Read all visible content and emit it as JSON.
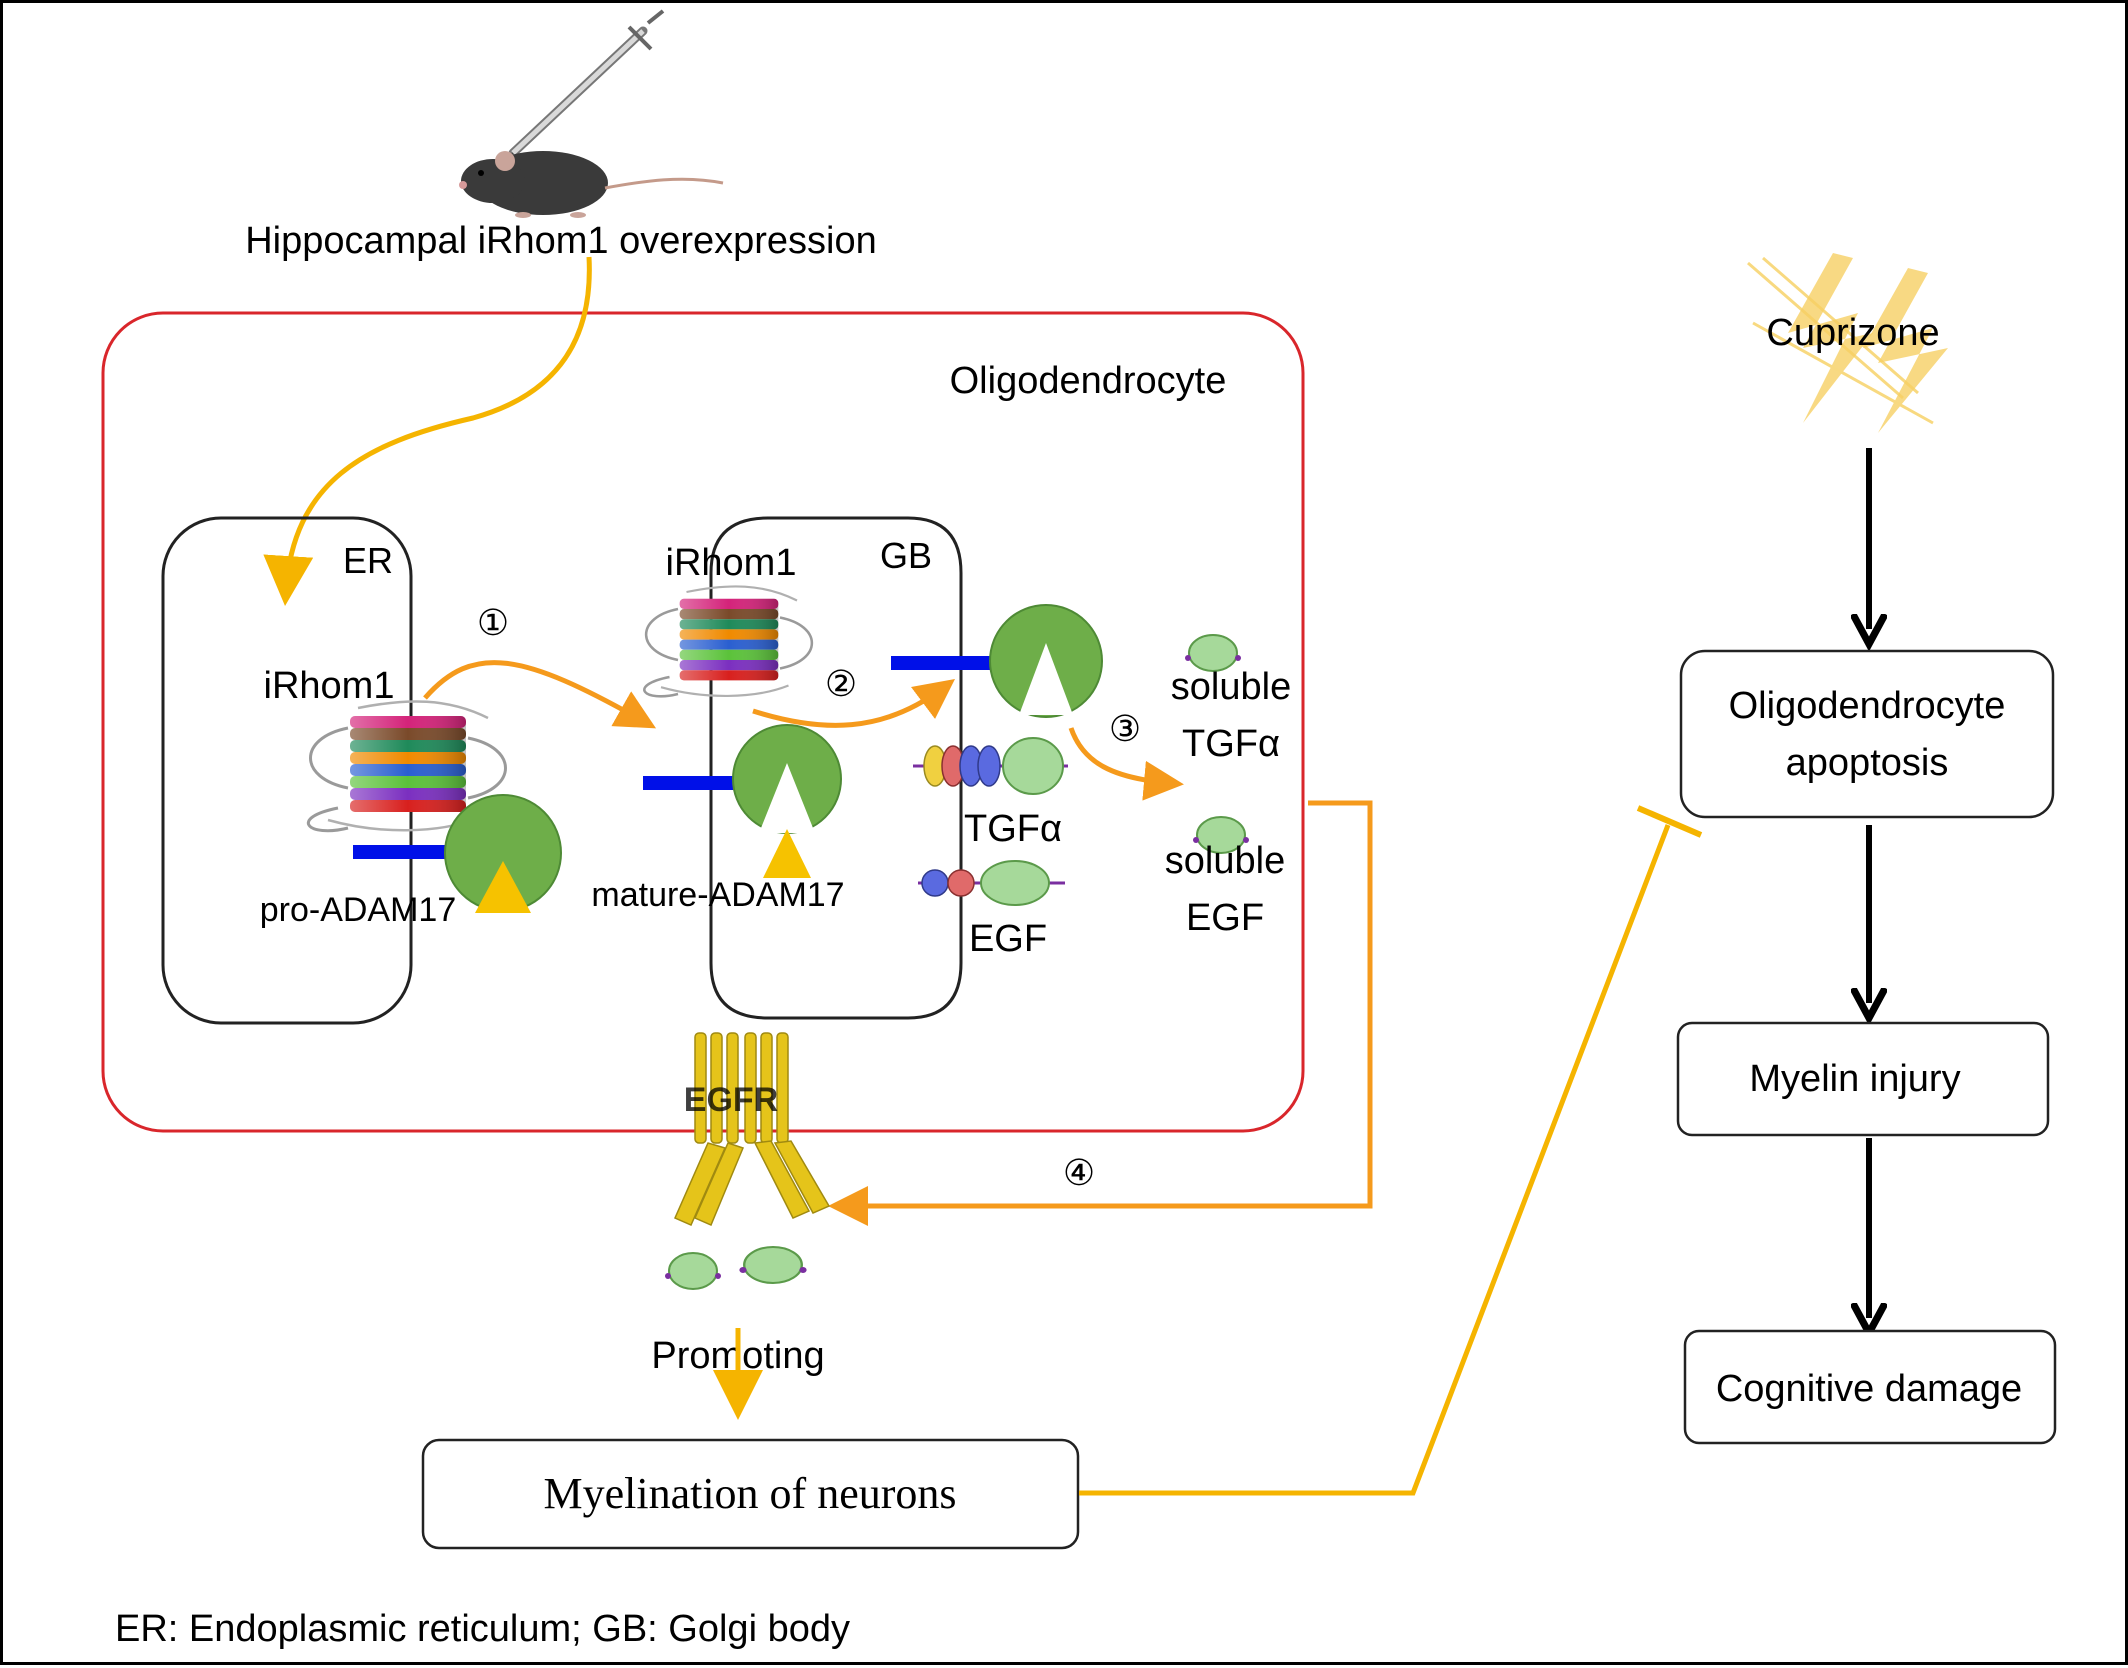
{
  "title_top": "Hippocampal iRhom1 overexpression",
  "cell": {
    "name": "Oligodendrocyte",
    "er": {
      "label": "ER",
      "protein_label": "iRhom1",
      "enzyme_label": "pro-ADAM17"
    },
    "gb": {
      "label": "GB",
      "protein_label": "iRhom1",
      "enzyme_label": "mature-ADAM17",
      "ligand1": "TGFα",
      "ligand2": "EGF"
    },
    "soluble1_line1": "soluble",
    "soluble1_line2": "TGFα",
    "soluble2_line1": "soluble",
    "soluble2_line2": "EGF"
  },
  "steps": [
    "①",
    "②",
    "③",
    "④"
  ],
  "receptor": "EGFR",
  "promoting": "Promoting",
  "myelination": "Myelination of neurons",
  "right_chain": {
    "trigger": "Cuprizone",
    "apoptosis_line1": "Oligodendrocyte",
    "apoptosis_line2": "apoptosis",
    "myelin": "Myelin injury",
    "cognitive": "Cognitive damage"
  },
  "footnote": "ER: Endoplasmic reticulum; GB: Golgi body",
  "colors": {
    "arrow_yellow": "#F5B400",
    "arrow_orange": "#F59A1C",
    "cell_border": "#D9262B",
    "enzyme_green": "#6EAE49",
    "enzyme_blue": "#0010E8",
    "triangle": "#F6C200",
    "receptor": "#E5C41A",
    "ligand_green": "#A6D99A"
  },
  "icons": [
    "mouse-icon",
    "syringe-icon",
    "lightning-icon",
    "helix-bundle-icon",
    "receptor-icon"
  ]
}
